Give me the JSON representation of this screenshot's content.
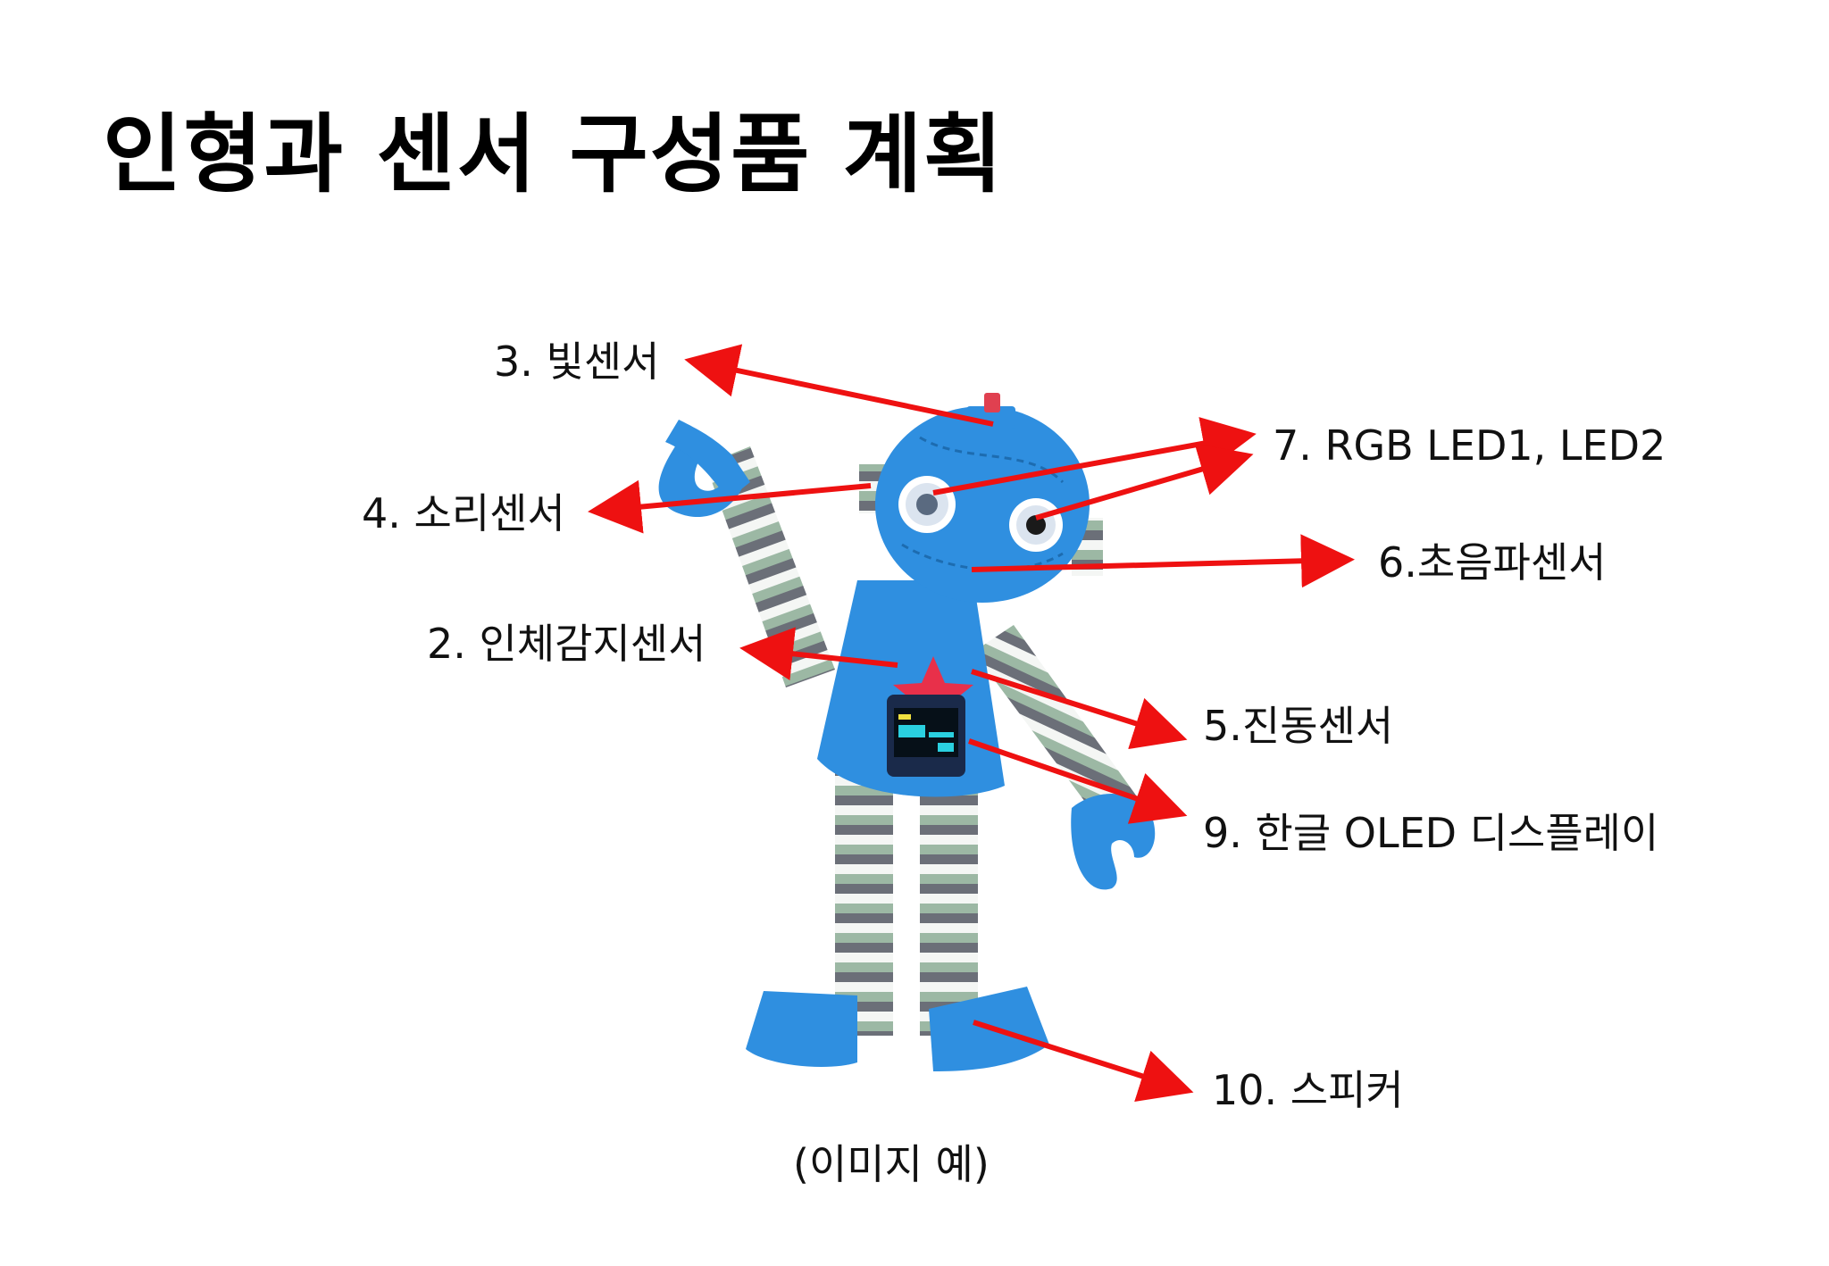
{
  "title": "인형과 센서 구성품 계획",
  "caption": "(이미지 예)",
  "labels": {
    "light_sensor": "3. 빛센서",
    "rgb_led": "7. RGB LED1, LED2",
    "sound_sensor": "4. 소리센서",
    "ultrasonic_sensor": "6.초음파센서",
    "motion_sensor": "2. 인체감지센서",
    "vibration_sensor": "5.진동센서",
    "oled_display": "9. 한글 OLED 디스플레이",
    "speaker": "10. 스피커"
  },
  "colors": {
    "arrow": "#ee1111",
    "doll_blue": "#2f8fe0",
    "stripe_gray": "#6b6f78",
    "stripe_green": "#9cb8a4",
    "star": "#e8304a"
  }
}
